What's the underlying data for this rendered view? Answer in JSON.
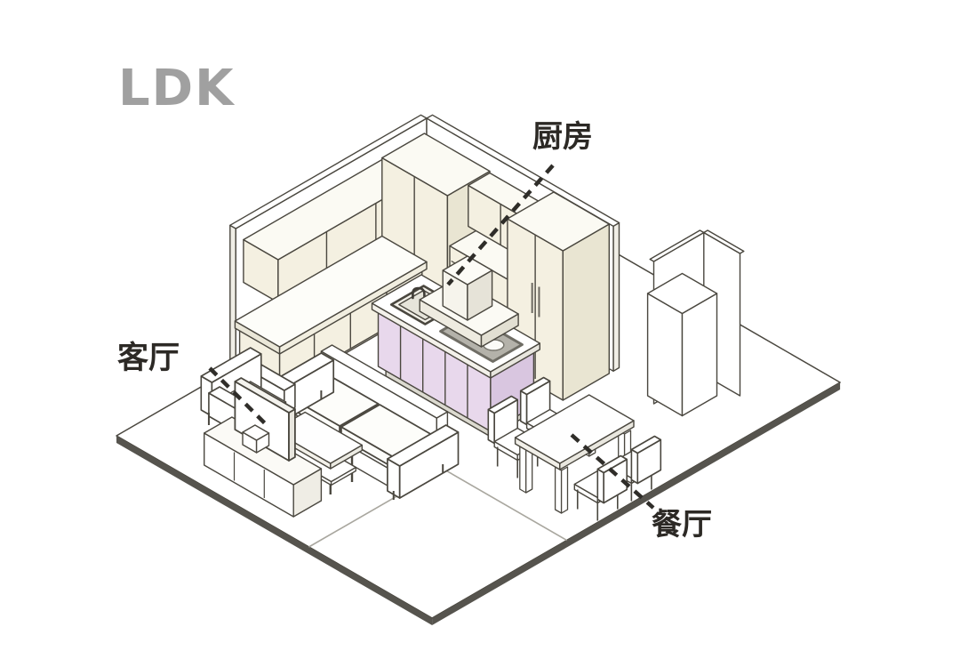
{
  "title": "LDK",
  "labels": {
    "kitchen": "厨房",
    "living": "客厅",
    "dining": "餐厅"
  },
  "rooms": [
    {
      "id": "kitchen",
      "label": "厨房"
    },
    {
      "id": "living",
      "label": "客厅"
    },
    {
      "id": "dining",
      "label": "餐厅"
    }
  ],
  "colors": {
    "background": "#ffffff",
    "line": "#4a473f",
    "label_text": "#2c2925",
    "title_text": "#a0a0a0",
    "floor_fill": "#ffffff",
    "floor_edge": "#56544e",
    "floor_inner_line": "#a9a79f",
    "wall": "#ffffff",
    "wall_side": "#f0eee6",
    "cabinet_cream": "#f4f0e1",
    "cabinet_cream_side": "#e9e5d2",
    "cabinet_top": "#fbfaf3",
    "counter_white": "#ffffff",
    "island_purple": "#e8d8ec",
    "island_purple_side": "#d9c6e0",
    "toe_kick": "#dcdad0",
    "cooktop": "#b4b2aa",
    "burner": "#fbfbf8",
    "furniture_white": "#ffffff",
    "furniture_side": "#efede5",
    "leader_dash": "#2f2d29"
  }
}
